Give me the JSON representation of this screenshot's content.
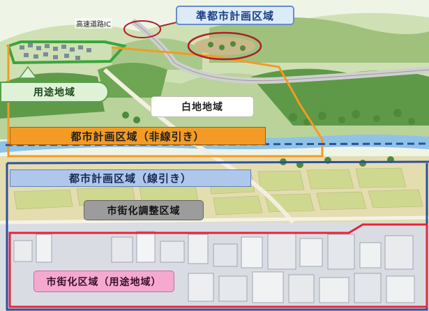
{
  "labels": {
    "quasi_city_planning_area": "準都市計画区域",
    "highway_ic": "高速道路IC",
    "use_district": "用途地域",
    "blank_area": "白地地域",
    "city_planning_area_non_line": "都市計画区域（非線引き）",
    "city_planning_area_line": "都市計画区域（線引き）",
    "urbanization_control_area": "市街化調整区域",
    "urbanization_area": "市街化区域（用途地域）"
  },
  "colors": {
    "orange_boundary": "#f39b24",
    "blue_boundary": "#2f4f9f",
    "red_boundary": "#e8243a",
    "green_boundary": "#3aa63a",
    "quasi_circle": "#b01e2a"
  }
}
